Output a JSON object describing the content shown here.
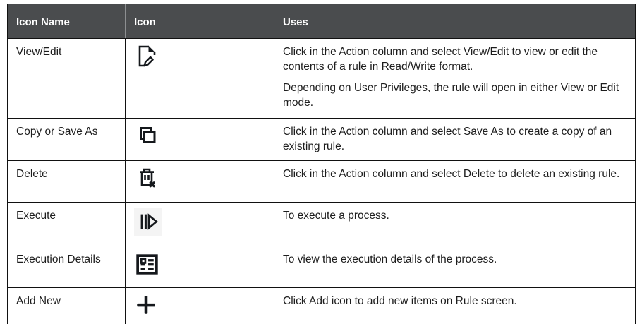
{
  "colors": {
    "header_bg": "#4a4c4e",
    "header_text": "#ffffff",
    "body_text": "#1d1d1d",
    "border": "#111111",
    "icon": "#15181c",
    "execute_icon_bg": "#f4f4f4"
  },
  "table": {
    "header": {
      "icon_name": "Icon Name",
      "icon": "Icon",
      "uses": "Uses"
    },
    "rows": [
      {
        "icon_name": "View/Edit",
        "icon": "view-edit-icon",
        "uses": [
          "Click in the Action column and select View/Edit to view or edit the contents of a rule in Read/Write format.",
          "Depending on User Privileges, the rule will open in either View or Edit mode."
        ]
      },
      {
        "icon_name": "Copy or Save As",
        "icon": "copy-icon",
        "uses": [
          "Click in the Action column and select Save As to create a copy of an existing rule."
        ]
      },
      {
        "icon_name": "Delete",
        "icon": "delete-icon",
        "uses": [
          "Click in the Action column and select Delete to delete an existing rule."
        ]
      },
      {
        "icon_name": "Execute",
        "icon": "execute-icon",
        "uses": [
          "To execute a process."
        ]
      },
      {
        "icon_name": "Execution Details",
        "icon": "execution-details-icon",
        "uses": [
          "To view the execution details of the process."
        ]
      },
      {
        "icon_name": "Add New",
        "icon": "add-new-icon",
        "uses": [
          "Click Add icon to add new items on Rule screen."
        ]
      }
    ]
  }
}
